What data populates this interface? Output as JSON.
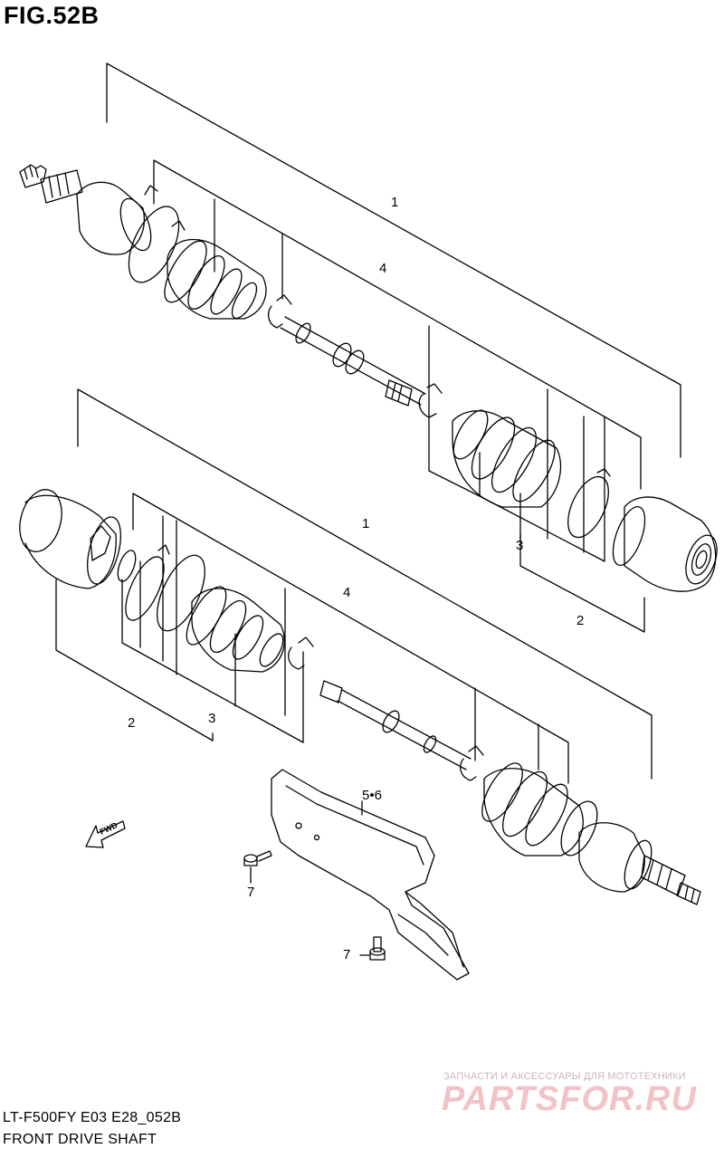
{
  "figure": {
    "title": "FIG.52B"
  },
  "callouts": {
    "upper_assembly": "1",
    "upper_shaft": "4",
    "upper_boot_kit_3": "3",
    "upper_boot_kit_2": "2",
    "lower_assembly": "1",
    "lower_shaft": "4",
    "lower_boot_kit_2": "2",
    "lower_boot_kit_3": "3",
    "guard": "5•6",
    "bolt_left": "7",
    "bolt_bottom": "7"
  },
  "direction_arrow": {
    "label": "FWD",
    "icon": "fwd-arrow-icon"
  },
  "footer": {
    "model_code": "LT-F500FY E03 E28_052B",
    "section_name": "FRONT DRIVE SHAFT"
  },
  "watermark": {
    "tagline": "ЗАПЧАСТИ И АКСЕССУАРЫ ДЛЯ МОТОТЕХНИКИ",
    "brand": "PARTSFOR.RU",
    "color": "#f1c3c6"
  }
}
